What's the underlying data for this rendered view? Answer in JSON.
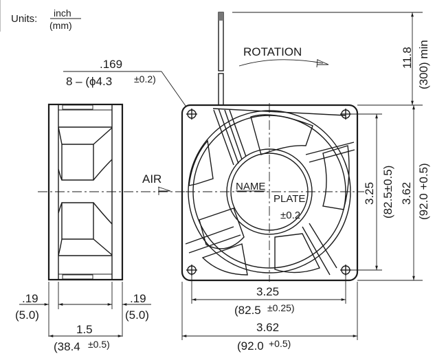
{
  "units": {
    "label": "Units:",
    "numerator": "inch",
    "denominator": "(mm)"
  },
  "mounting_holes": {
    "inch": ".169",
    "spec": "8 – (ϕ4.3",
    "tolerance": "±0.2)"
  },
  "rotation": {
    "label": "ROTATION"
  },
  "airflow": {
    "label": "AIR"
  },
  "lead_wire": {
    "inch": "11.8",
    "mm": "(300) min"
  },
  "nameplate": {
    "line1": "NAME",
    "line2": "PLATE",
    "tolerance": "±0.2"
  },
  "side_view": {
    "left_flange_inch": ".19",
    "left_flange_mm": "(5.0)",
    "right_flange_inch": ".19",
    "right_flange_mm": "(5.0)",
    "depth_inch": "1.5",
    "depth_mm": "(38.4",
    "depth_tol": "±0.5)"
  },
  "front_view": {
    "hole_pitch_h_inch": "3.25",
    "hole_pitch_h_mm": "(82.5",
    "hole_pitch_h_tol": "±0.25)",
    "width_inch": "3.62",
    "width_mm": "(92.0",
    "width_tol": "+0.5)",
    "hole_pitch_v_inch": "3.25",
    "hole_pitch_v_mm": "(82.5±0.5)",
    "height_inch": "3.62",
    "height_mm": "(92.0 +0.5)"
  }
}
